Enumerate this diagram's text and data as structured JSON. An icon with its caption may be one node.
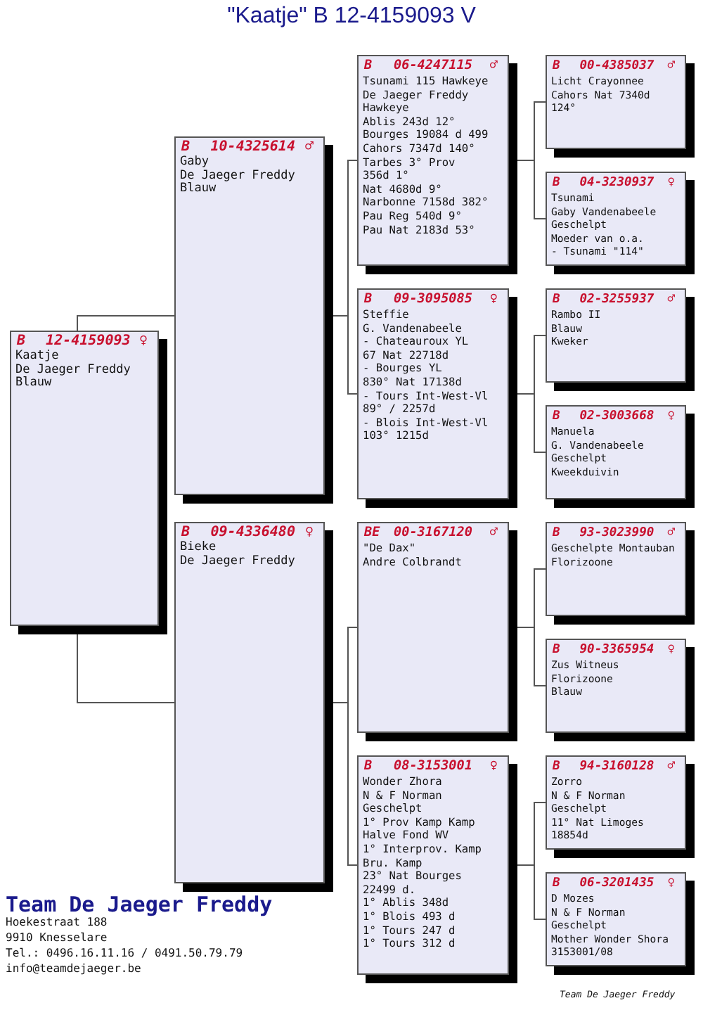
{
  "diagram": {
    "title": "\"Kaatje\" B 12-4159093 V",
    "nodes": [
      {
        "text": [
          "B",
          "12-4159093",
          "♀",
          "Kaatje",
          "De Jaeger Freddy",
          "Blauw"
        ]
      },
      {
        "text": [
          "B",
          "10-4325614",
          "♂",
          "Gaby",
          "De Jaeger Freddy",
          "Blauw"
        ]
      },
      {
        "text": [
          "B",
          "09-4336480",
          "♀",
          "Bieke",
          "De Jaeger Freddy"
        ]
      },
      {
        "text": [
          "B",
          "06-4247115",
          "♂",
          "Tsunami 115 Hawkeye",
          "De Jaeger Freddy",
          "Hawkeye",
          "Ablis 243d 12°",
          "Bourges 19084 d 499",
          "Cahors 7347d 140°",
          "Tarbes 3° Prov",
          "356d 1°",
          "Nat 4680d 9°",
          "Narbonne 7158d 382°",
          "Pau Reg 540d 9°",
          "Pau Nat 2183d 53°"
        ]
      },
      {
        "text": [
          "B",
          "09-3095085",
          "♀",
          "Steffie",
          "G. Vandenabeele",
          "- Chateauroux YL",
          "67 Nat 22718d",
          "- Bourges YL",
          "830° Nat 17138d",
          "- Tours Int-West-Vl",
          "89° / 2257d",
          "- Blois Int-West-Vl",
          "103° 1215d"
        ]
      },
      {
        "text": [
          "BE",
          "00-3167120",
          "♂",
          "\"De Dax\"",
          "Andre Colbrandt"
        ]
      },
      {
        "text": [
          "B",
          "08-3153001",
          "♀",
          "Wonder Zhora",
          "N & F Norman",
          "Geschelpt",
          "1° Prov Kamp Kamp",
          "Halve Fond WV",
          "1° Interprov. Kamp",
          "Bru. Kamp",
          "23° Nat Bourges",
          "22499 d.",
          "1° Ablis 348d",
          "1° Blois 493 d",
          "1° Tours 247 d",
          "1° Tours 312 d"
        ]
      },
      {
        "text": [
          "B",
          "00-4385037",
          "♂",
          "Licht Crayonnee",
          "Cahors Nat 7340d",
          "124°"
        ]
      },
      {
        "text": [
          "B",
          "04-3230937",
          "♀",
          "Tsunami",
          "Gaby Vandenabeele",
          "Geschelpt",
          "Moeder van o.a.",
          "- Tsunami \"114\""
        ]
      },
      {
        "text": [
          "B",
          "02-3255937",
          "♂",
          "Rambo II",
          "Blauw",
          "Kweker"
        ]
      },
      {
        "text": [
          "B",
          "02-3003668",
          "♀",
          "Manuela",
          "G. Vandenabeele",
          "Geschelpt",
          "Kweekduivin"
        ]
      },
      {
        "text": [
          "B",
          "93-3023990",
          "♂",
          "Geschelpte Montauban",
          "Florizoone"
        ]
      },
      {
        "text": [
          "B",
          "90-3365954",
          "♀",
          "Zus Witneus",
          "Florizoone",
          "Blauw"
        ]
      },
      {
        "text": [
          "B",
          "94-3160128",
          "♂",
          "Zorro",
          "N & F Norman",
          "Geschelpt",
          "11° Nat Limoges",
          "18854d"
        ]
      },
      {
        "text": [
          "B",
          "06-3201435",
          "♀",
          "D Mozes",
          "N & F Norman",
          "Geschelpt",
          "Mother Wonder Shora",
          "3153001/08"
        ]
      }
    ],
    "edges": [
      {
        "from": 0,
        "to": 1,
        "arrow": "none"
      },
      {
        "from": 0,
        "to": 2,
        "arrow": "none"
      },
      {
        "from": 1,
        "to": 3,
        "arrow": "none"
      },
      {
        "from": 1,
        "to": 4,
        "arrow": "none"
      },
      {
        "from": 2,
        "to": 5,
        "arrow": "none"
      },
      {
        "from": 2,
        "to": 6,
        "arrow": "none"
      },
      {
        "from": 3,
        "to": 7,
        "arrow": "none"
      },
      {
        "from": 3,
        "to": 8,
        "arrow": "none"
      },
      {
        "from": 4,
        "to": 9,
        "arrow": "none"
      },
      {
        "from": 4,
        "to": 10,
        "arrow": "none"
      },
      {
        "from": 5,
        "to": 11,
        "arrow": "none"
      },
      {
        "from": 5,
        "to": 12,
        "arrow": "none"
      },
      {
        "from": 6,
        "to": 13,
        "arrow": "none"
      },
      {
        "from": 6,
        "to": 14,
        "arrow": "none"
      }
    ],
    "labels": [
      "Team De Jaeger Freddy",
      "Hoekestraat 188",
      "9910 Knesselare",
      "Tel.: 0496.16.11.16 / 0491.50.79.79",
      "info@teamdejaeger.be",
      "Team De Jaeger Freddy"
    ]
  }
}
